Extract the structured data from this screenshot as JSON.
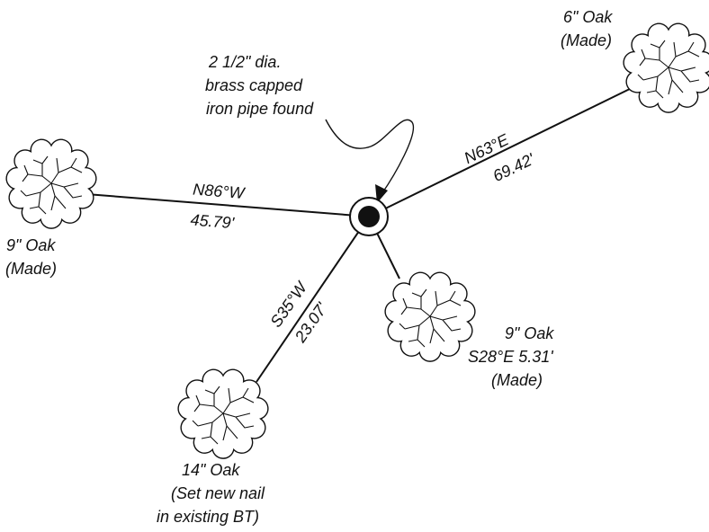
{
  "diagram": {
    "monument_note": [
      "2 1/2\" dia.",
      "brass capped",
      "iron pipe found"
    ],
    "bearings": {
      "ne": {
        "bearing": "N63°E",
        "distance": "69.42'"
      },
      "w": {
        "bearing": "N86°W",
        "distance": "45.79'"
      },
      "sw": {
        "bearing": "S35°W",
        "distance": "23.07'"
      }
    },
    "trees": {
      "ne": {
        "lines": [
          "6\" Oak",
          "(Made)"
        ]
      },
      "w": {
        "lines": [
          "9\" Oak",
          "(Made)"
        ]
      },
      "se": {
        "lines": [
          "9\" Oak",
          "S28°E 5.31'",
          "(Made)"
        ]
      },
      "sw": {
        "lines": [
          "14\" Oak",
          "(Set new nail",
          "in existing BT)"
        ]
      }
    },
    "colors": {
      "ink": "#111111",
      "background": "#ffffff"
    }
  }
}
